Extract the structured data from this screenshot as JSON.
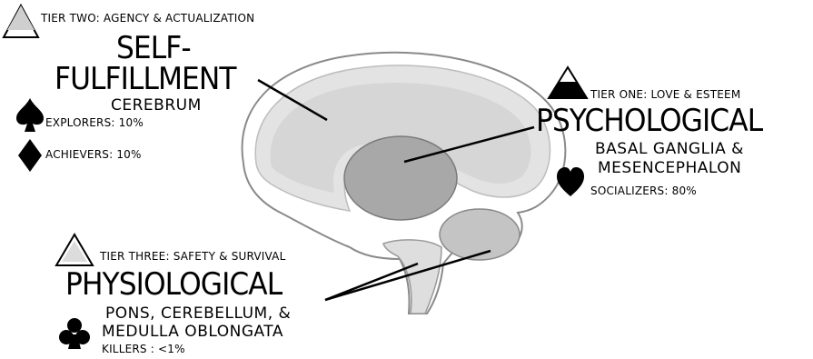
{
  "tiers": {
    "two": {
      "label": "TIER TWO: AGENCY & ACTUALIZATION",
      "title_line1": "SELF-",
      "title_line2": "FULFILLMENT",
      "region": "CEREBRUM",
      "types": [
        {
          "icon": "spade-icon",
          "label": "EXPLORERS: 10%"
        },
        {
          "icon": "diamond-icon",
          "label": "ACHIEVERS: 10%"
        }
      ]
    },
    "one": {
      "label": "TIER ONE: LOVE & ESTEEM",
      "title": "PSYCHOLOGICAL",
      "region_line1": "BASAL GANGLIA &",
      "region_line2": "MESENCEPHALON",
      "types": [
        {
          "icon": "heart-icon",
          "label": "SOCIALIZERS: 80%"
        }
      ]
    },
    "three": {
      "label": "TIER THREE: SAFETY & SURVIVAL",
      "title": "PHYSIOLOGICAL",
      "region_line1": "PONS, CEREBELLUM, &",
      "region_line2": "MEDULLA OBLONGATA",
      "types": [
        {
          "icon": "club-icon",
          "label": "KILLERS : <1%"
        }
      ]
    }
  },
  "colors": {
    "brain_outline": "#8a8a8a",
    "cerebrum_fill": "#e3e3e3",
    "cerebrum_inner": "#d6d6d6",
    "basal_fill": "#a8a8a8",
    "cerebellum_fill": "#c4c4c4",
    "stem_fill": "#dedede"
  }
}
